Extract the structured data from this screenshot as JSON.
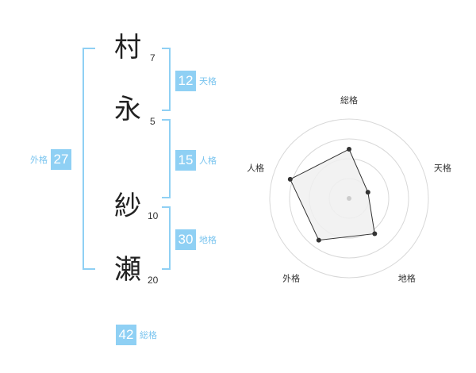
{
  "characters": [
    {
      "kanji": "村",
      "strokes": "7"
    },
    {
      "kanji": "永",
      "strokes": "5"
    },
    {
      "kanji": "紗",
      "strokes": "10"
    },
    {
      "kanji": "瀬",
      "strokes": "20"
    }
  ],
  "fortunes": {
    "tenkaku": {
      "label": "天格",
      "value": "12"
    },
    "jinkaku": {
      "label": "人格",
      "value": "15"
    },
    "chikaku": {
      "label": "地格",
      "value": "30"
    },
    "gaikaku": {
      "label": "外格",
      "value": "27"
    },
    "soukaku": {
      "label": "総格",
      "value": "42"
    }
  },
  "chart_data": {
    "type": "radar",
    "axes": [
      "総格",
      "天格",
      "地格",
      "外格",
      "人格"
    ],
    "values": [
      0.62,
      0.25,
      0.55,
      0.65,
      0.78
    ],
    "range": [
      0,
      1
    ],
    "rings": 4,
    "colors": {
      "fill": "#f0f0f0",
      "line": "#333333",
      "ring": "#d8d8d8",
      "point": "#333333"
    }
  }
}
